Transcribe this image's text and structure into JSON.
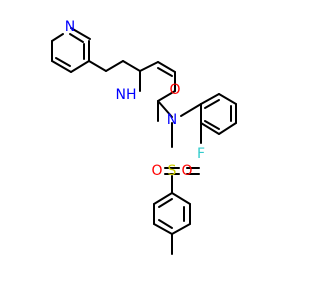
{
  "molecule": {
    "atoms": {
      "pyridine_n": {
        "text": "N",
        "color": "#0000ff"
      },
      "amide_nh": {
        "text": "NH",
        "color": "#0000ff"
      },
      "carbonyl_o": {
        "text": "O",
        "color": "#ff0000"
      },
      "sulfonamide_n": {
        "text": "N",
        "color": "#0000ff"
      },
      "fluorine": {
        "text": "F",
        "color": "#33cccc"
      },
      "sulfur": {
        "text": "S",
        "color": "#cccc00"
      },
      "sulfonyl_o_left": {
        "text": "O",
        "color": "#ff0000"
      },
      "sulfonyl_o_right": {
        "text": "O",
        "color": "#ff0000"
      }
    },
    "bond_color": "#000000"
  }
}
